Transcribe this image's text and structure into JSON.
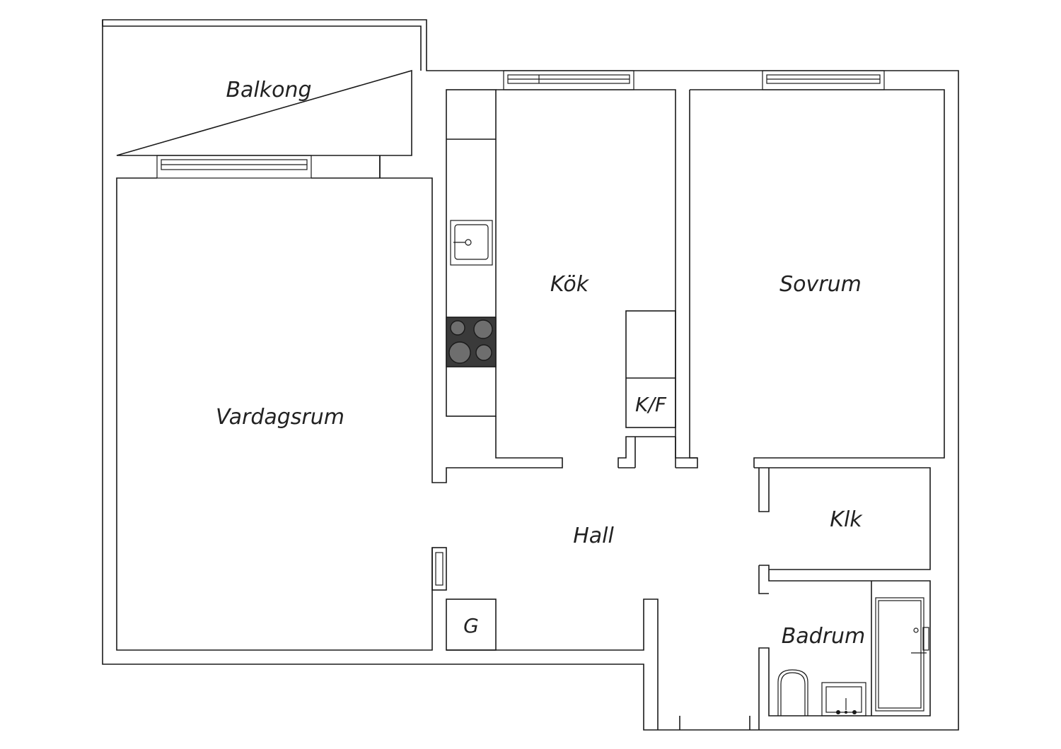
{
  "floor_plan": {
    "rooms": {
      "balcony": "Balkong",
      "kitchen": "Kök",
      "bedroom": "Sovrum",
      "living_room": "Vardagsrum",
      "hall": "Hall",
      "closet": "Klk",
      "bathroom": "Badrum",
      "fridge_freezer": "K/F",
      "wardrobe": "G"
    },
    "colors": {
      "line": "#1a1a1a",
      "stove": "#3a3a3a",
      "burner": "#6e6e6e",
      "background": "#ffffff"
    }
  }
}
